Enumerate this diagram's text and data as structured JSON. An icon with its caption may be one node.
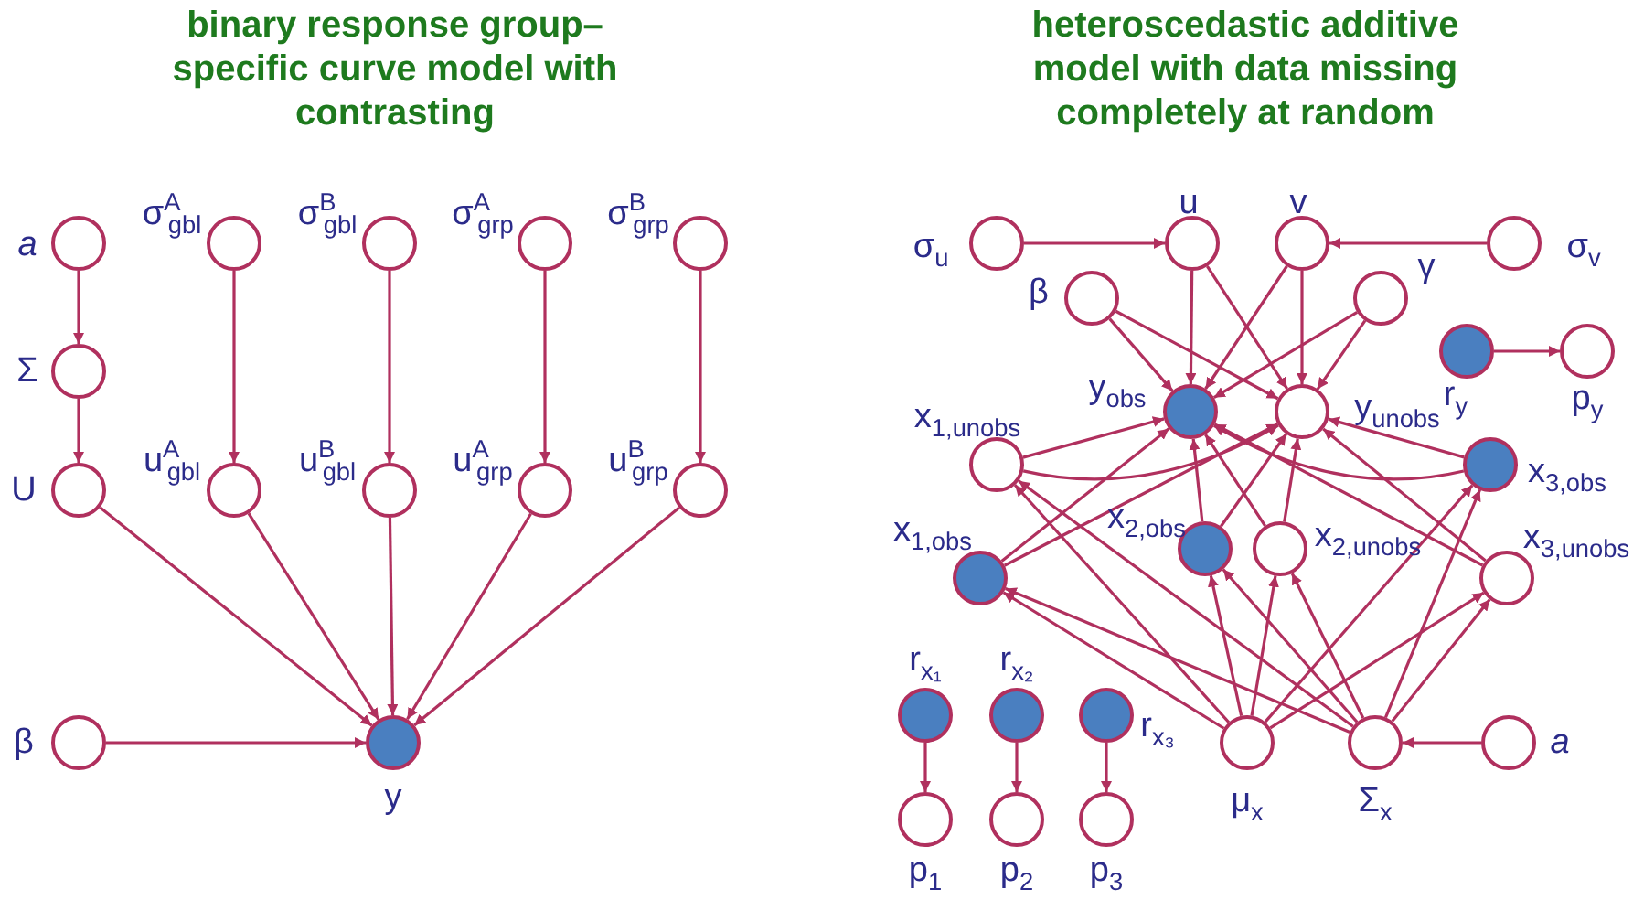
{
  "diagram": {
    "nodes": [
      {
        "text": [
          "a"
        ]
      },
      {
        "text": [
          "Σ"
        ]
      },
      {
        "text": [
          "U"
        ]
      },
      {
        "text": [
          "σ$^{A}$$_{gbl}$"
        ]
      },
      {
        "text": [
          "σ$^{B}$$_{gbl}$"
        ]
      },
      {
        "text": [
          "σ$^{A}$$_{grp}$"
        ]
      },
      {
        "text": [
          "σ$^{B}$$_{grp}$"
        ]
      },
      {
        "text": [
          "u$^{A}$$_{gbl}$"
        ]
      },
      {
        "text": [
          "u$^{B}$$_{gbl}$"
        ]
      },
      {
        "text": [
          "u$^{A}$$_{grp}$"
        ]
      },
      {
        "text": [
          "u$^{B}$$_{grp}$"
        ]
      },
      {
        "text": [
          "β"
        ]
      },
      {
        "text": [
          "y"
        ]
      },
      {
        "text": [
          "σ$_{u}$"
        ]
      },
      {
        "text": [
          "u"
        ]
      },
      {
        "text": [
          "v"
        ]
      },
      {
        "text": [
          "σ$_{v}$"
        ]
      },
      {
        "text": [
          "β"
        ]
      },
      {
        "text": [
          "γ"
        ]
      },
      {
        "text": [
          "r$_{y}$"
        ]
      },
      {
        "text": [
          "p$_{y}$"
        ]
      },
      {
        "text": [
          "y$_{obs}$"
        ]
      },
      {
        "text": [
          "y$_{unobs}$"
        ]
      },
      {
        "text": [
          "x$_{1,unobs}$"
        ]
      },
      {
        "text": [
          "x$_{3,obs}$"
        ]
      },
      {
        "text": [
          "x$_{1,obs}$"
        ]
      },
      {
        "text": [
          "x$_{2,obs}$"
        ]
      },
      {
        "text": [
          "x$_{2,unobs}$"
        ]
      },
      {
        "text": [
          "x$_{3,unobs}$"
        ]
      },
      {
        "text": [
          "r$_{x₁}$"
        ]
      },
      {
        "text": [
          "r$_{x₂}$"
        ]
      },
      {
        "text": [
          "r$_{x₃}$"
        ]
      },
      {
        "text": [
          "μ$_{x}$"
        ]
      },
      {
        "text": [
          "Σ$_{x}$"
        ]
      },
      {
        "text": [
          "a"
        ]
      },
      {
        "text": [
          "p$_{1}$"
        ]
      },
      {
        "text": [
          "p$_{2}$"
        ]
      },
      {
        "text": [
          "p$_{3}$"
        ]
      }
    ],
    "edges": [
      {
        "from": 0,
        "to": 1,
        "arrow": "to"
      },
      {
        "from": 1,
        "to": 2,
        "arrow": "to"
      },
      {
        "from": 3,
        "to": 7,
        "arrow": "to"
      },
      {
        "from": 4,
        "to": 8,
        "arrow": "to"
      },
      {
        "from": 5,
        "to": 9,
        "arrow": "to"
      },
      {
        "from": 6,
        "to": 10,
        "arrow": "to"
      },
      {
        "from": 2,
        "to": 12,
        "arrow": "to"
      },
      {
        "from": 7,
        "to": 12,
        "arrow": "to"
      },
      {
        "from": 8,
        "to": 12,
        "arrow": "to"
      },
      {
        "from": 9,
        "to": 12,
        "arrow": "to"
      },
      {
        "from": 10,
        "to": 12,
        "arrow": "to"
      },
      {
        "from": 11,
        "to": 12,
        "arrow": "to"
      },
      {
        "from": 13,
        "to": 14,
        "arrow": "to"
      },
      {
        "from": 16,
        "to": 15,
        "arrow": "to"
      },
      {
        "from": 19,
        "to": 20,
        "arrow": "to"
      },
      {
        "from": 29,
        "to": 35,
        "arrow": "to"
      },
      {
        "from": 30,
        "to": 36,
        "arrow": "to"
      },
      {
        "from": 31,
        "to": 37,
        "arrow": "to"
      },
      {
        "from": 34,
        "to": 33,
        "arrow": "to"
      },
      {
        "from": 14,
        "to": 21,
        "arrow": "to"
      },
      {
        "from": 14,
        "to": 22,
        "arrow": "to"
      },
      {
        "from": 15,
        "to": 21,
        "arrow": "to"
      },
      {
        "from": 15,
        "to": 22,
        "arrow": "to"
      },
      {
        "from": 17,
        "to": 21,
        "arrow": "to"
      },
      {
        "from": 17,
        "to": 22,
        "arrow": "to"
      },
      {
        "from": 18,
        "to": 21,
        "arrow": "to"
      },
      {
        "from": 18,
        "to": 22,
        "arrow": "to"
      },
      {
        "from": 23,
        "to": 21,
        "arrow": "to"
      },
      {
        "from": 23,
        "to": 22,
        "arrow": "to"
      },
      {
        "from": 24,
        "to": 21,
        "arrow": "to"
      },
      {
        "from": 24,
        "to": 22,
        "arrow": "to"
      },
      {
        "from": 25,
        "to": 21,
        "arrow": "to"
      },
      {
        "from": 25,
        "to": 22,
        "arrow": "to"
      },
      {
        "from": 26,
        "to": 21,
        "arrow": "to"
      },
      {
        "from": 26,
        "to": 22,
        "arrow": "to"
      },
      {
        "from": 27,
        "to": 21,
        "arrow": "to"
      },
      {
        "from": 27,
        "to": 22,
        "arrow": "to"
      },
      {
        "from": 28,
        "to": 21,
        "arrow": "to"
      },
      {
        "from": 28,
        "to": 22,
        "arrow": "to"
      },
      {
        "from": 32,
        "to": 23,
        "arrow": "to"
      },
      {
        "from": 32,
        "to": 24,
        "arrow": "to"
      },
      {
        "from": 32,
        "to": 25,
        "arrow": "to"
      },
      {
        "from": 32,
        "to": 26,
        "arrow": "to"
      },
      {
        "from": 32,
        "to": 27,
        "arrow": "to"
      },
      {
        "from": 32,
        "to": 28,
        "arrow": "to"
      },
      {
        "from": 33,
        "to": 23,
        "arrow": "to"
      },
      {
        "from": 33,
        "to": 24,
        "arrow": "to"
      },
      {
        "from": 33,
        "to": 25,
        "arrow": "to"
      },
      {
        "from": 33,
        "to": 26,
        "arrow": "to"
      },
      {
        "from": 33,
        "to": 27,
        "arrow": "to"
      },
      {
        "from": 33,
        "to": 28,
        "arrow": "to"
      }
    ],
    "labels": [
      "binary response group–specific curve model with contrasting",
      "heteroscedastic additive model with data missing completely at random"
    ]
  }
}
